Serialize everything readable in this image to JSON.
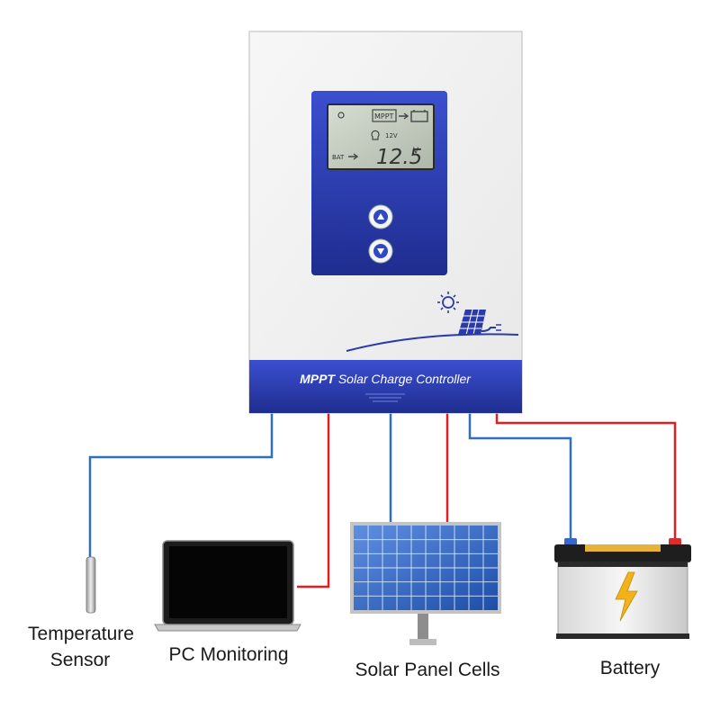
{
  "controller": {
    "product_name_bold": "MPPT",
    "product_name_rest": " Solar Charge Controller",
    "lcd": {
      "mode_label": "MPPT",
      "source_label": "BAT",
      "system_voltage": "12V",
      "reading": "12.5",
      "unit": "V"
    },
    "buttons": [
      "up",
      "down"
    ]
  },
  "colors": {
    "panel_blue": "#2a3aa8",
    "wire_positive": "#e02020",
    "wire_negative": "#2f6fc0",
    "lcd_green": "#c9d3c4"
  },
  "devices": {
    "temperature_sensor": {
      "line1": "Temperature",
      "line2": "Sensor"
    },
    "pc": "PC Monitoring",
    "solar": "Solar Panel Cells",
    "battery": "Battery"
  }
}
